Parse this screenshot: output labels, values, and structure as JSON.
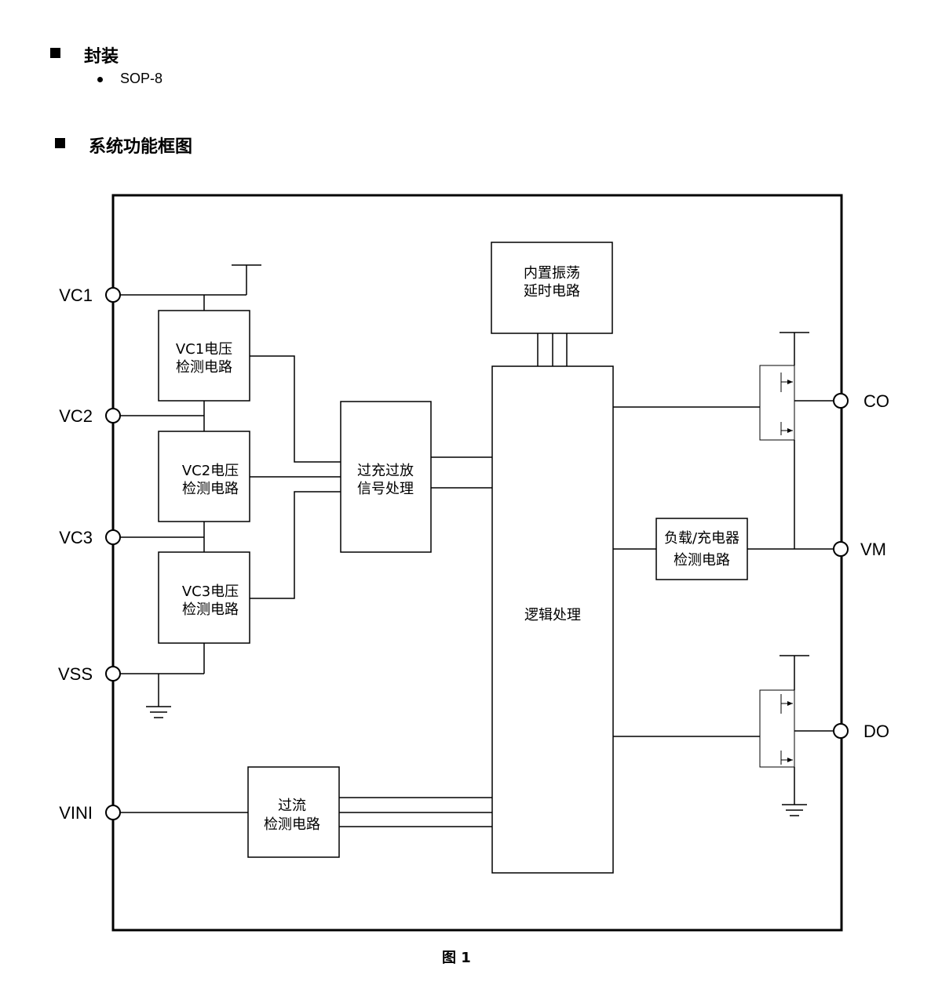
{
  "package_section": {
    "heading": "封装",
    "items": [
      "SOP-8"
    ]
  },
  "block_section": {
    "heading": "系统功能框图"
  },
  "pins": {
    "vc1": "VC1",
    "vc2": "VC2",
    "vc3": "VC3",
    "vss": "VSS",
    "vini": "VINI",
    "co": "CO",
    "vm": "VM",
    "do": "DO"
  },
  "blocks": {
    "vc1_detect": [
      "VC1电压",
      "检测电路"
    ],
    "vc2_detect": [
      "VC2电压",
      "检测电路"
    ],
    "vc3_detect": [
      "VC3电压",
      "检测电路"
    ],
    "signal_proc": [
      "过充过放",
      "信号处理"
    ],
    "oscillator": [
      "内置振荡",
      "延时电路"
    ],
    "logic": [
      "逻辑处理"
    ],
    "load_detect": [
      "负载/充电器",
      "检测电路"
    ],
    "overcurrent": [
      "过流",
      "检测电路"
    ]
  },
  "caption": "图 1"
}
